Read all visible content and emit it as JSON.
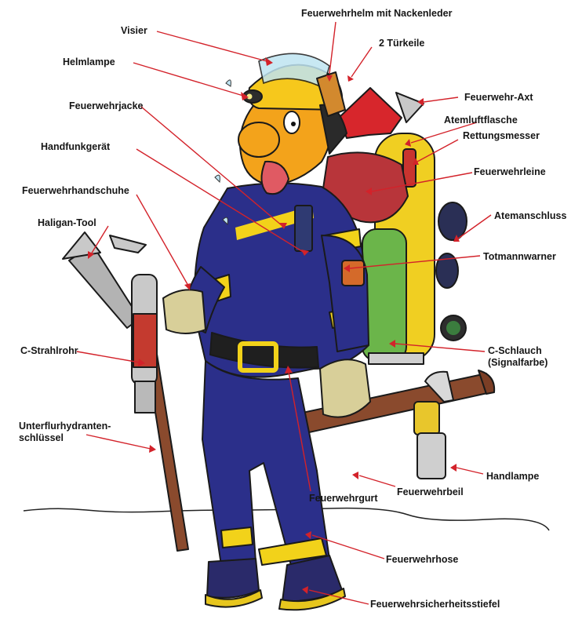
{
  "labels": {
    "helmet_neck_leather": "Feuerwehrhelm mit Nackenleder",
    "visor": "Visier",
    "wedges": "2 Türkeile",
    "helmet_lamp": "Helmlampe",
    "axe": "Feuerwehr-Axt",
    "jacket": "Feuerwehrjacke",
    "breathing_cylinder": "Atemluftflasche",
    "rescue_knife": "Rettungsmesser",
    "radio": "Handfunkgerät",
    "rope": "Feuerwehrleine",
    "gloves": "Feuerwehrhandschuhe",
    "halligan": "Haligan-Tool",
    "mask_connector": "Atemanschluss",
    "pass_device": "Totmannwarner",
    "nozzle": "C-Strahlrohr",
    "hose": "C-Schlauch\n(Signalfarbe)",
    "hydrant_key": "Unterflurhydranten-\nschlüssel",
    "hand_lamp": "Handlampe",
    "belt_axe": "Feuerwehrbeil",
    "belt": "Feuerwehrgurt",
    "trousers": "Feuerwehrhose",
    "boots": "Feuerwehrsicherheitsstiefel"
  },
  "colors": {
    "leader_lines": "#d3222a",
    "uniform_navy": "#2b2f8a",
    "reflective_yellow": "#f2d21a",
    "helmet_yellow": "#f6c81c",
    "skin": "#f3a31b",
    "cylinder_yellow": "#f0cf22",
    "axe_red": "#d7262c",
    "backpack_red": "#b8353a",
    "hose_green": "#6bb54a",
    "glove_tan": "#d8cf99"
  }
}
